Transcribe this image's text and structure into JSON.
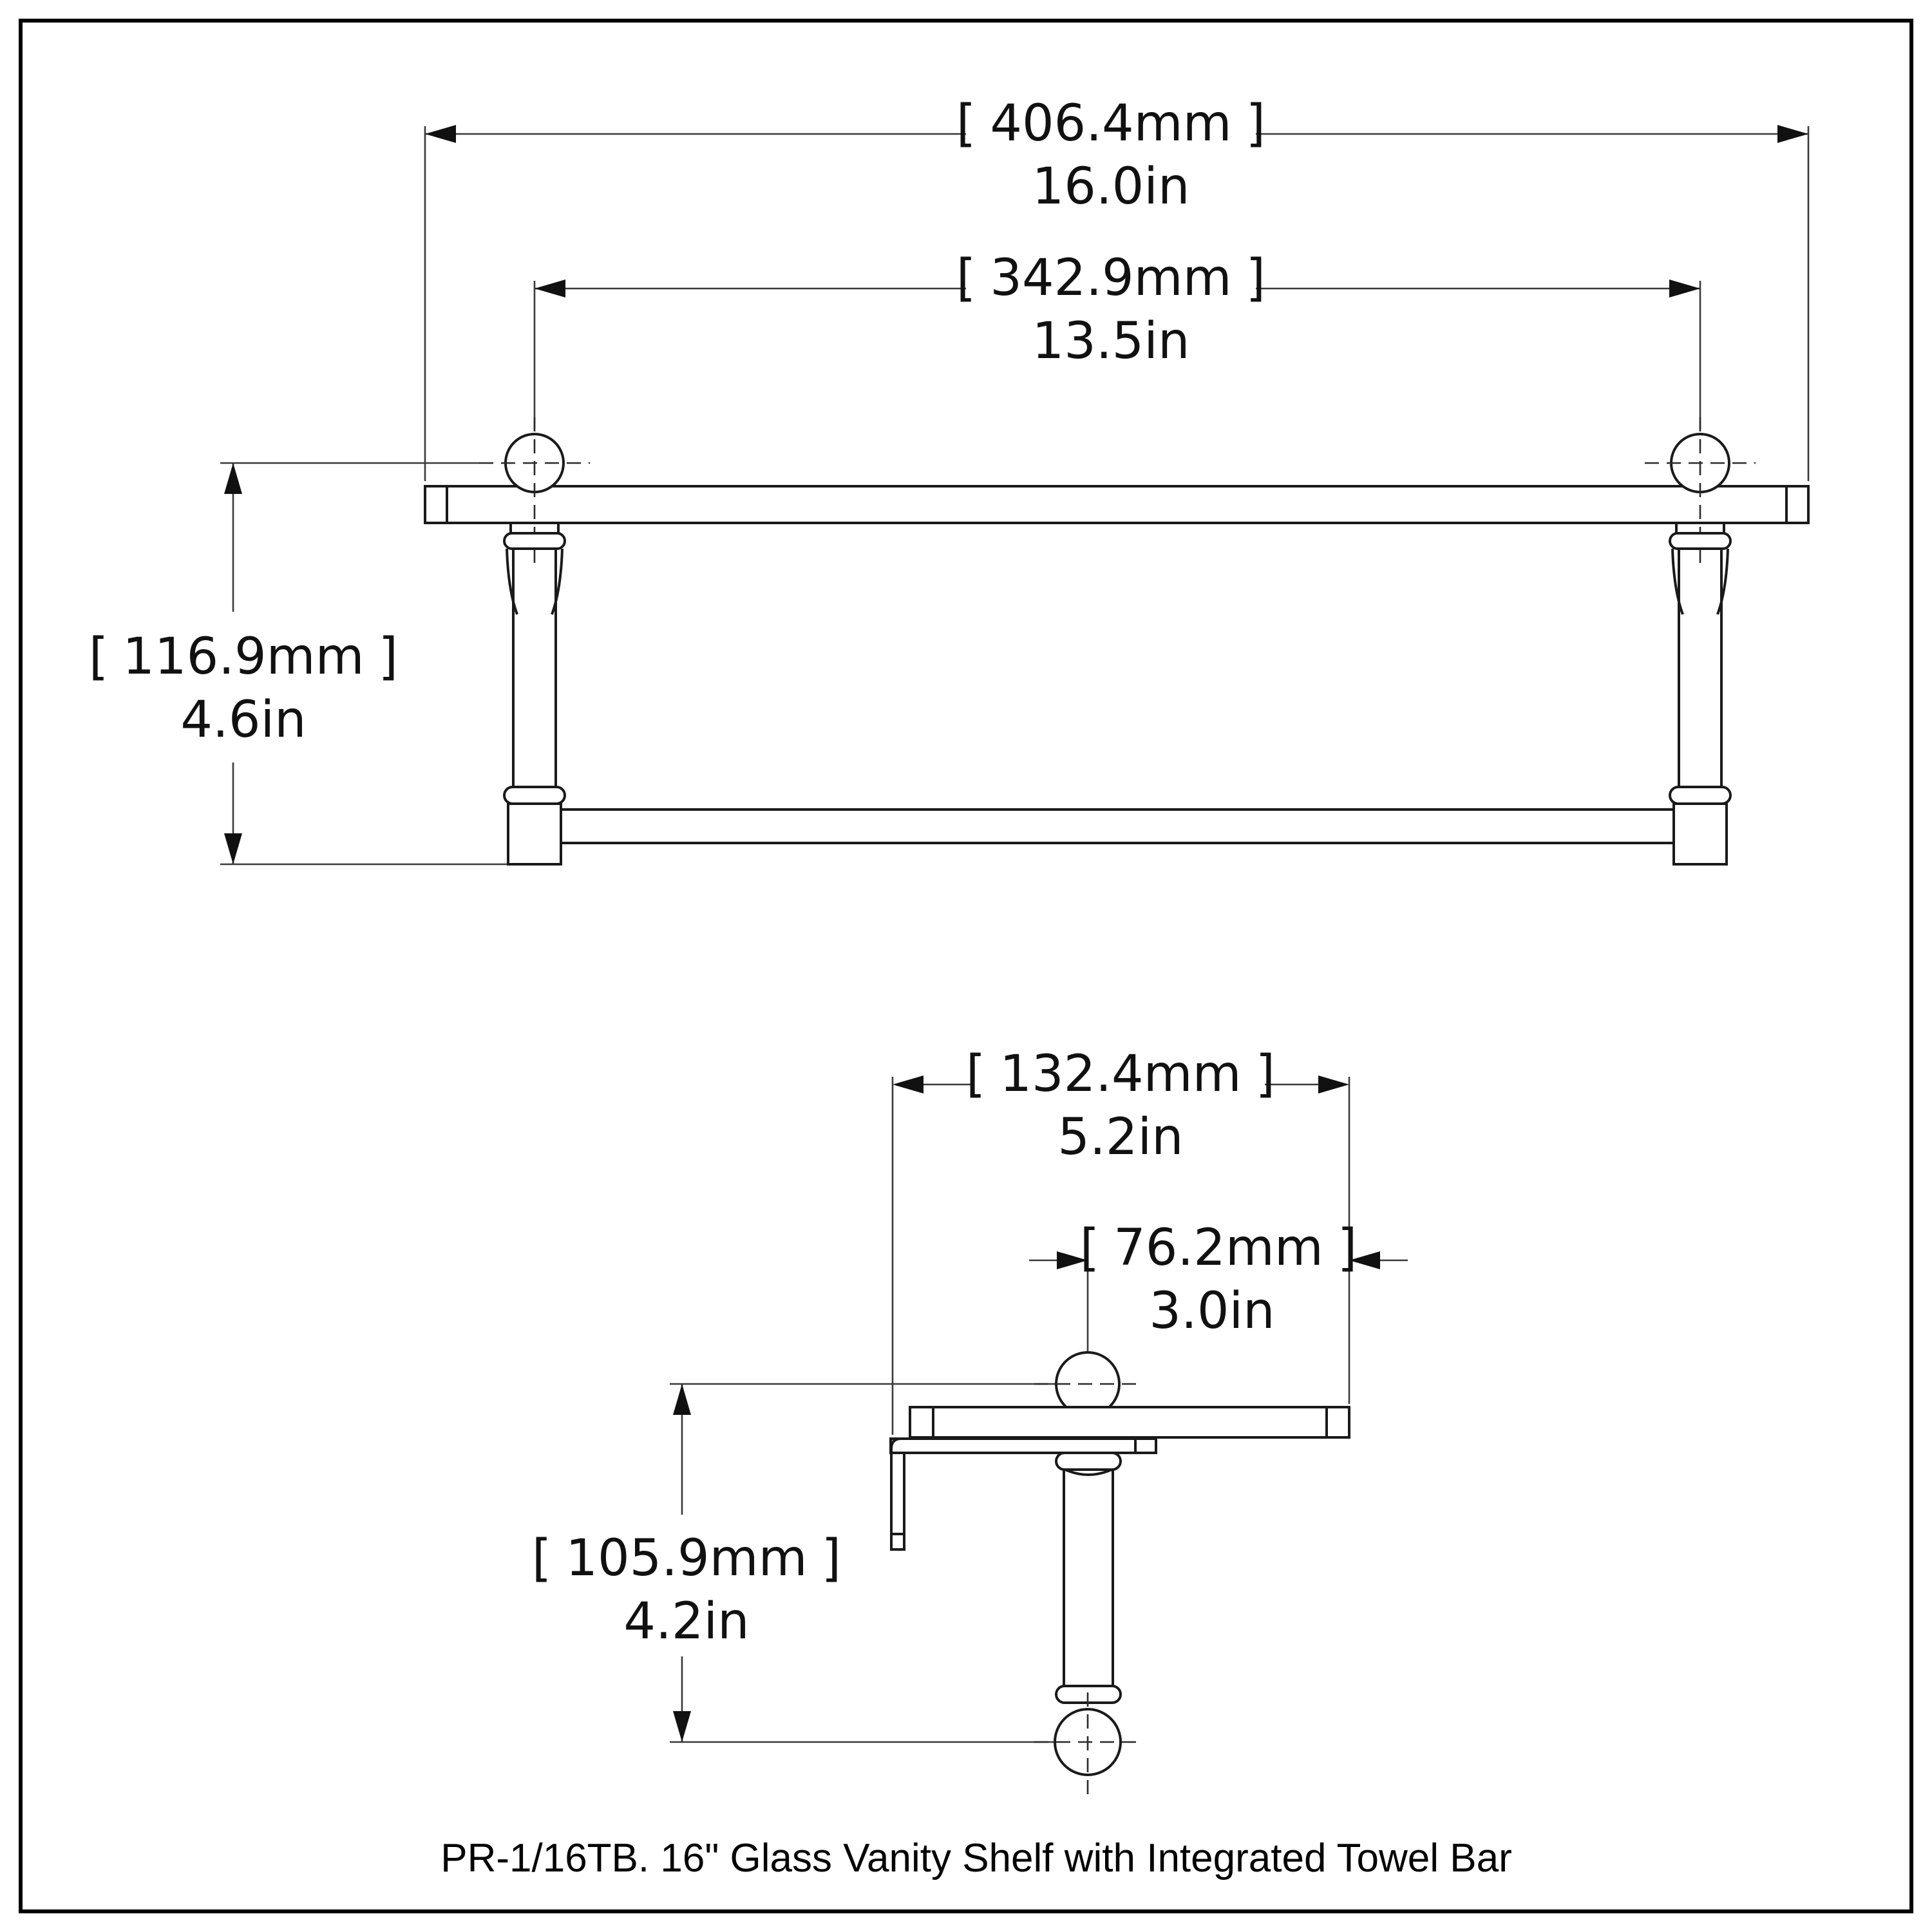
{
  "window": {
    "background": "#ffffff",
    "line_color": "#1a1a1a"
  },
  "notation": {
    "bracket_open": "[",
    "bracket_close": "]"
  },
  "caption": "PR-1/16TB. 16\" Glass Vanity Shelf with Integrated Towel Bar",
  "views": {
    "front": {
      "name": "front-elevation",
      "dimensions": {
        "overall_width": {
          "mm": "406.4mm",
          "inch": "16.0in"
        },
        "post_spacing": {
          "mm": "342.9mm",
          "inch": "13.5in"
        },
        "overall_height": {
          "mm": "116.9mm",
          "inch": "4.6in"
        }
      }
    },
    "side": {
      "name": "side-profile",
      "dimensions": {
        "overall_depth": {
          "mm": "132.4mm",
          "inch": "5.2in"
        },
        "shelf_projection": {
          "mm": "76.2mm",
          "inch": "3.0in"
        },
        "drop_height": {
          "mm": "105.9mm",
          "inch": "4.2in"
        }
      }
    }
  }
}
